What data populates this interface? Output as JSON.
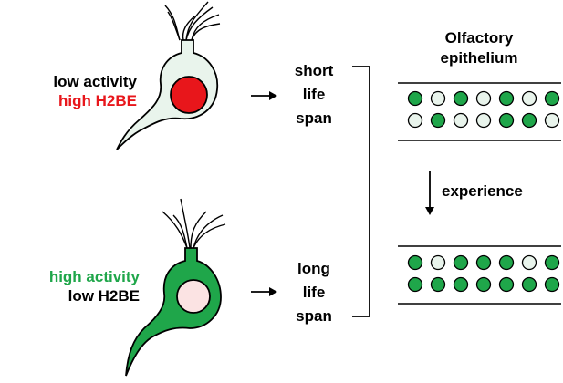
{
  "colors": {
    "red": "#e8161b",
    "green": "#1fa64a",
    "pale_green": "#e9f4ec",
    "pale_pink": "#fbe3e3",
    "black": "#000000"
  },
  "top_neuron": {
    "label_line1": "low activity",
    "label_line2": "high H2BE",
    "outcome_line1": "short",
    "outcome_line2": "life",
    "outcome_line3": "span"
  },
  "bottom_neuron": {
    "label_line1": "high activity",
    "label_line2": "low H2BE",
    "outcome_line1": "long",
    "outcome_line2": "life",
    "outcome_line3": "span"
  },
  "epithelium": {
    "title_line1": "Olfactory",
    "title_line2": "epithelium",
    "transition_label": "experience",
    "before_rows": [
      [
        "green",
        "light",
        "green",
        "light",
        "green",
        "light",
        "green"
      ],
      [
        "light",
        "green",
        "light",
        "light",
        "green",
        "green",
        "light"
      ]
    ],
    "after_rows": [
      [
        "green",
        "light",
        "green",
        "green",
        "green",
        "light",
        "green"
      ],
      [
        "green",
        "green",
        "green",
        "green",
        "green",
        "green",
        "green"
      ]
    ]
  }
}
